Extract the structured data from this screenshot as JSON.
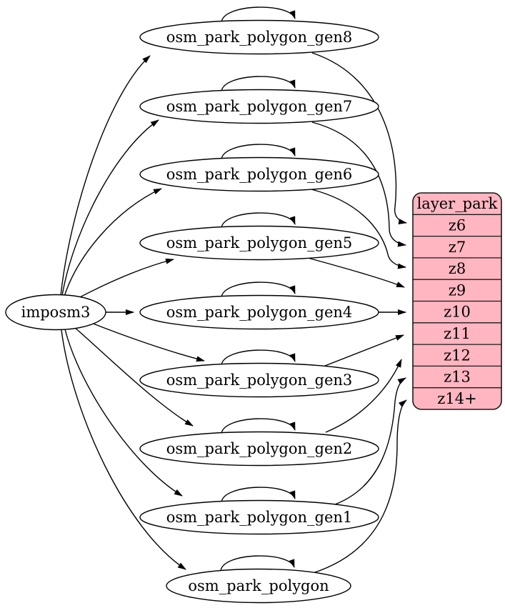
{
  "diagram": {
    "source_node": {
      "label": "imposm3"
    },
    "generalized_tables": [
      {
        "label": "osm_park_polygon_gen8",
        "self_loop": true,
        "feeds_zoom": "z6"
      },
      {
        "label": "osm_park_polygon_gen7",
        "self_loop": true,
        "feeds_zoom": "z7"
      },
      {
        "label": "osm_park_polygon_gen6",
        "self_loop": true,
        "feeds_zoom": "z8"
      },
      {
        "label": "osm_park_polygon_gen5",
        "self_loop": true,
        "feeds_zoom": "z9"
      },
      {
        "label": "osm_park_polygon_gen4",
        "self_loop": true,
        "feeds_zoom": "z10"
      },
      {
        "label": "osm_park_polygon_gen3",
        "self_loop": true,
        "feeds_zoom": "z11"
      },
      {
        "label": "osm_park_polygon_gen2",
        "self_loop": true,
        "feeds_zoom": "z12"
      },
      {
        "label": "osm_park_polygon_gen1",
        "self_loop": true,
        "feeds_zoom": "z13"
      },
      {
        "label": "osm_park_polygon",
        "self_loop": true,
        "feeds_zoom": "z14+"
      }
    ],
    "layer_table": {
      "title": "layer_park",
      "rows": [
        "z6",
        "z7",
        "z8",
        "z9",
        "z10",
        "z11",
        "z12",
        "z13",
        "z14+"
      ]
    },
    "edges": [
      {
        "from": "imposm3",
        "to": "osm_park_polygon_gen8"
      },
      {
        "from": "imposm3",
        "to": "osm_park_polygon_gen7"
      },
      {
        "from": "imposm3",
        "to": "osm_park_polygon_gen6"
      },
      {
        "from": "imposm3",
        "to": "osm_park_polygon_gen5"
      },
      {
        "from": "imposm3",
        "to": "osm_park_polygon_gen4"
      },
      {
        "from": "imposm3",
        "to": "osm_park_polygon_gen3"
      },
      {
        "from": "imposm3",
        "to": "osm_park_polygon_gen2"
      },
      {
        "from": "imposm3",
        "to": "osm_park_polygon_gen1"
      },
      {
        "from": "imposm3",
        "to": "osm_park_polygon"
      },
      {
        "from": "osm_park_polygon_gen8",
        "to": "layer_park.z6"
      },
      {
        "from": "osm_park_polygon_gen7",
        "to": "layer_park.z7"
      },
      {
        "from": "osm_park_polygon_gen6",
        "to": "layer_park.z8"
      },
      {
        "from": "osm_park_polygon_gen5",
        "to": "layer_park.z9"
      },
      {
        "from": "osm_park_polygon_gen4",
        "to": "layer_park.z10"
      },
      {
        "from": "osm_park_polygon_gen3",
        "to": "layer_park.z11"
      },
      {
        "from": "osm_park_polygon_gen2",
        "to": "layer_park.z12"
      },
      {
        "from": "osm_park_polygon_gen1",
        "to": "layer_park.z13"
      },
      {
        "from": "osm_park_polygon",
        "to": "layer_park.z14+"
      }
    ],
    "colors": {
      "table_fill": "#ffb6c1",
      "table_stroke": "#1a1a1a",
      "node_fill": "#ffffff",
      "edge": "#000000"
    }
  }
}
